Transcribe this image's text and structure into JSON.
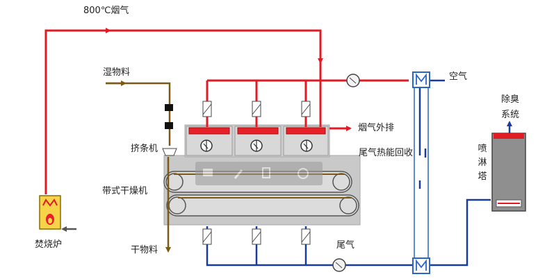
{
  "labels": {
    "flue_800": "800℃烟气",
    "wet_material": "湿物料",
    "air": "空气",
    "deodor": "除臭系统",
    "flue_exhaust": "烟气外排",
    "extruder": "挤条机",
    "tail_heat_recovery": "尾气热能回收",
    "spray_tower": "喷淋塔",
    "belt_dryer": "带式干燥机",
    "dry_material": "干物料",
    "tail_gas": "尾气",
    "incinerator": "焚烧炉"
  },
  "colors": {
    "flue_line": "#e01b24",
    "tail_line": "#1a3a9c",
    "material_line": "#7a5a14",
    "dryer_body": "#c9c9c9",
    "heater": "#e8202a",
    "exchanger": "#2a66c8"
  }
}
